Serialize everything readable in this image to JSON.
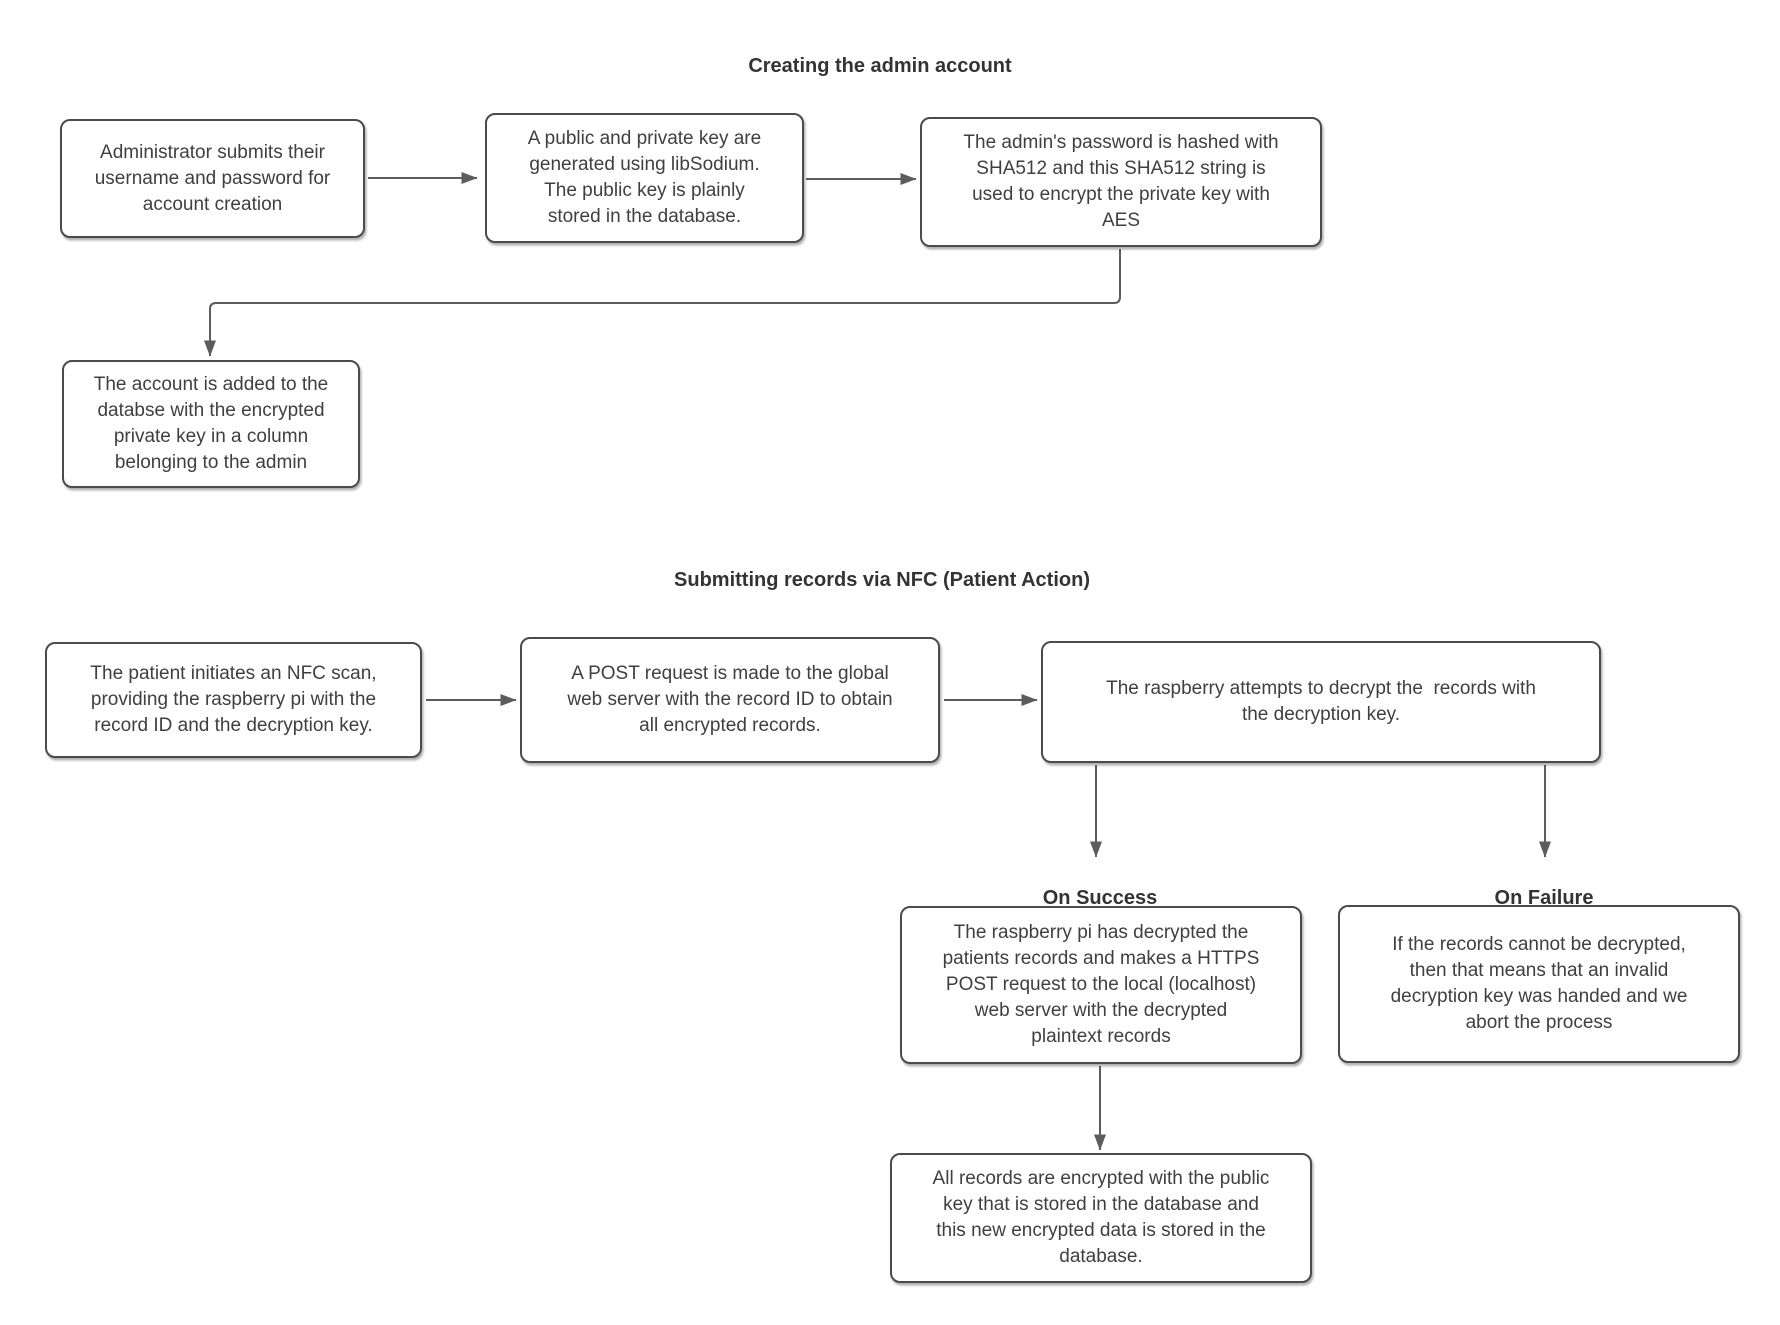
{
  "colors": {
    "border": "#4b4b4b",
    "arrow": "#5c5c5c",
    "text": "#3f3f3f",
    "title": "#333333",
    "background": "#ffffff"
  },
  "sections": [
    {
      "title": "Creating the admin account",
      "nodes": {
        "admin_submit": "Administrator submits their\nusername and password for\naccount creation",
        "keys_generated": "A public and private key are\ngenerated using libSodium.\nThe public key is plainly\nstored in the database.",
        "password_hashed": "The admin's password is hashed with\nSHA512 and this SHA512 string is\nused to encrypt the private key with\nAES",
        "account_added": "The account is added to the\ndatabse with the encrypted\nprivate key in a column\nbelonging to the admin"
      }
    },
    {
      "title": "Submitting records via NFC (Patient Action)",
      "nodes": {
        "nfc_scan": "The patient initiates an NFC scan,\nproviding the raspberry pi with the\nrecord ID and the decryption key.",
        "post_request": "A POST request is made to the global\nweb server with the record ID to obtain\nall encrypted records.",
        "decrypt_attempt": "The raspberry attempts to decrypt the  records with\nthe decryption key.",
        "on_success_label": "On Success",
        "on_failure_label": "On Failure",
        "success_box": "The raspberry pi has decrypted the\npatients records and makes a HTTPS\nPOST request to the local (localhost)\nweb server with the decrypted\nplaintext records",
        "failure_box": "If the records cannot be decrypted,\nthen that means that an invalid\ndecryption key was handed and we\nabort the process",
        "records_encrypted": "All records are encrypted with the public\nkey that is stored in the database and\nthis new encrypted data is stored in the\ndatabase."
      }
    }
  ]
}
